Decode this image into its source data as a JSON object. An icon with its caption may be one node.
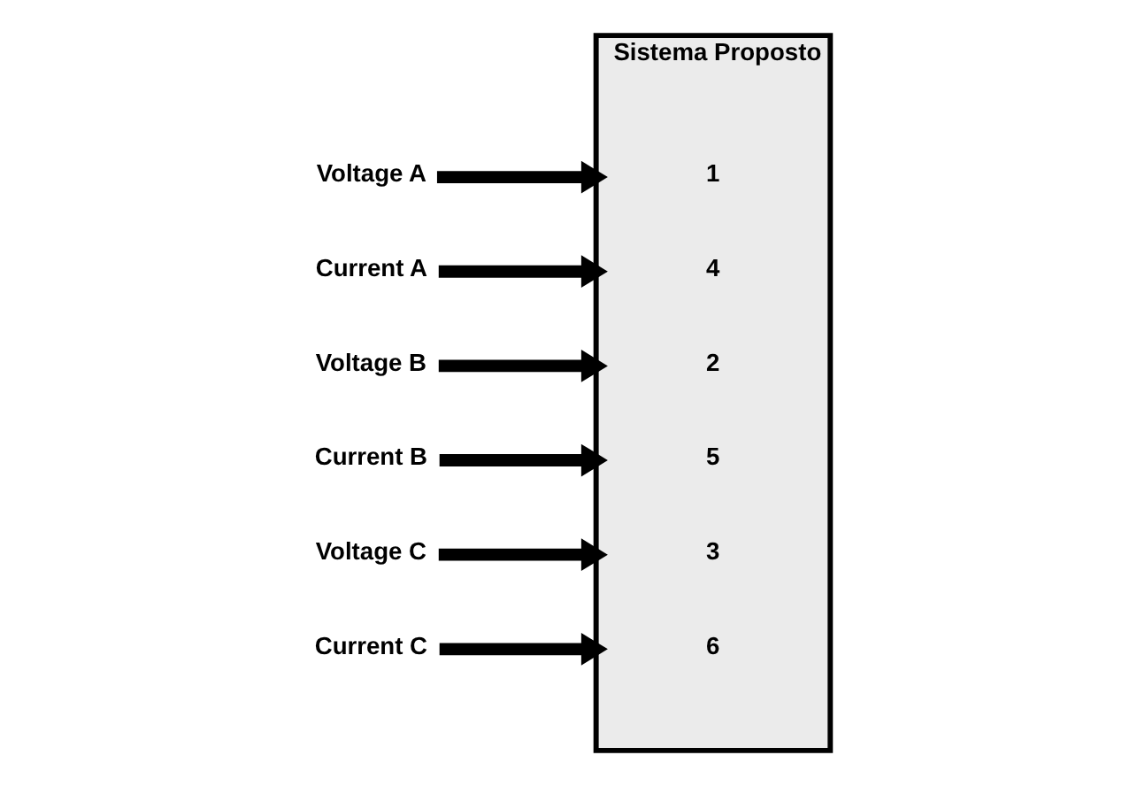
{
  "diagram": {
    "nodes": [
      {
        "text": [
          "Voltage A"
        ]
      },
      {
        "text": [
          "Current A"
        ]
      },
      {
        "text": [
          "Voltage B"
        ]
      },
      {
        "text": [
          "Current B"
        ]
      },
      {
        "text": [
          "Voltage C"
        ]
      },
      {
        "text": [
          "Current C"
        ]
      },
      {
        "text": [
          "Sistema Proposto"
        ]
      }
    ],
    "edges": [
      {
        "from": 0,
        "to": 6,
        "arrow": "to"
      },
      {
        "from": 1,
        "to": 6,
        "arrow": "to"
      },
      {
        "from": 2,
        "to": 6,
        "arrow": "to"
      },
      {
        "from": 3,
        "to": 6,
        "arrow": "to"
      },
      {
        "from": 4,
        "to": 6,
        "arrow": "to"
      },
      {
        "from": 5,
        "to": 6,
        "arrow": "to"
      }
    ],
    "labels": [
      "1",
      "4",
      "2",
      "5",
      "3",
      "6"
    ]
  }
}
